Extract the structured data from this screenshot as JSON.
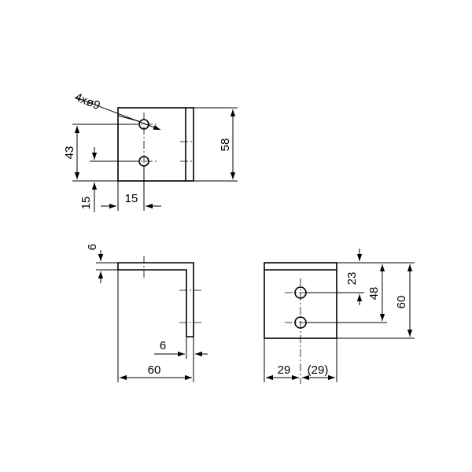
{
  "drawing": {
    "front_view": {
      "hole_callout": "4xø9",
      "dim_overall_height": "58",
      "dim_hole_spacing": "43",
      "dim_hole_from_bottom": "15",
      "dim_hole_from_edge": "15"
    },
    "side_view": {
      "dim_thickness_top": "6",
      "dim_thickness_side": "6",
      "dim_depth": "60"
    },
    "end_view": {
      "dim_width_left": "29",
      "dim_width_right": "(29)",
      "dim_hole_top": "23",
      "dim_hole_spacing": "48",
      "dim_height": "60"
    }
  }
}
